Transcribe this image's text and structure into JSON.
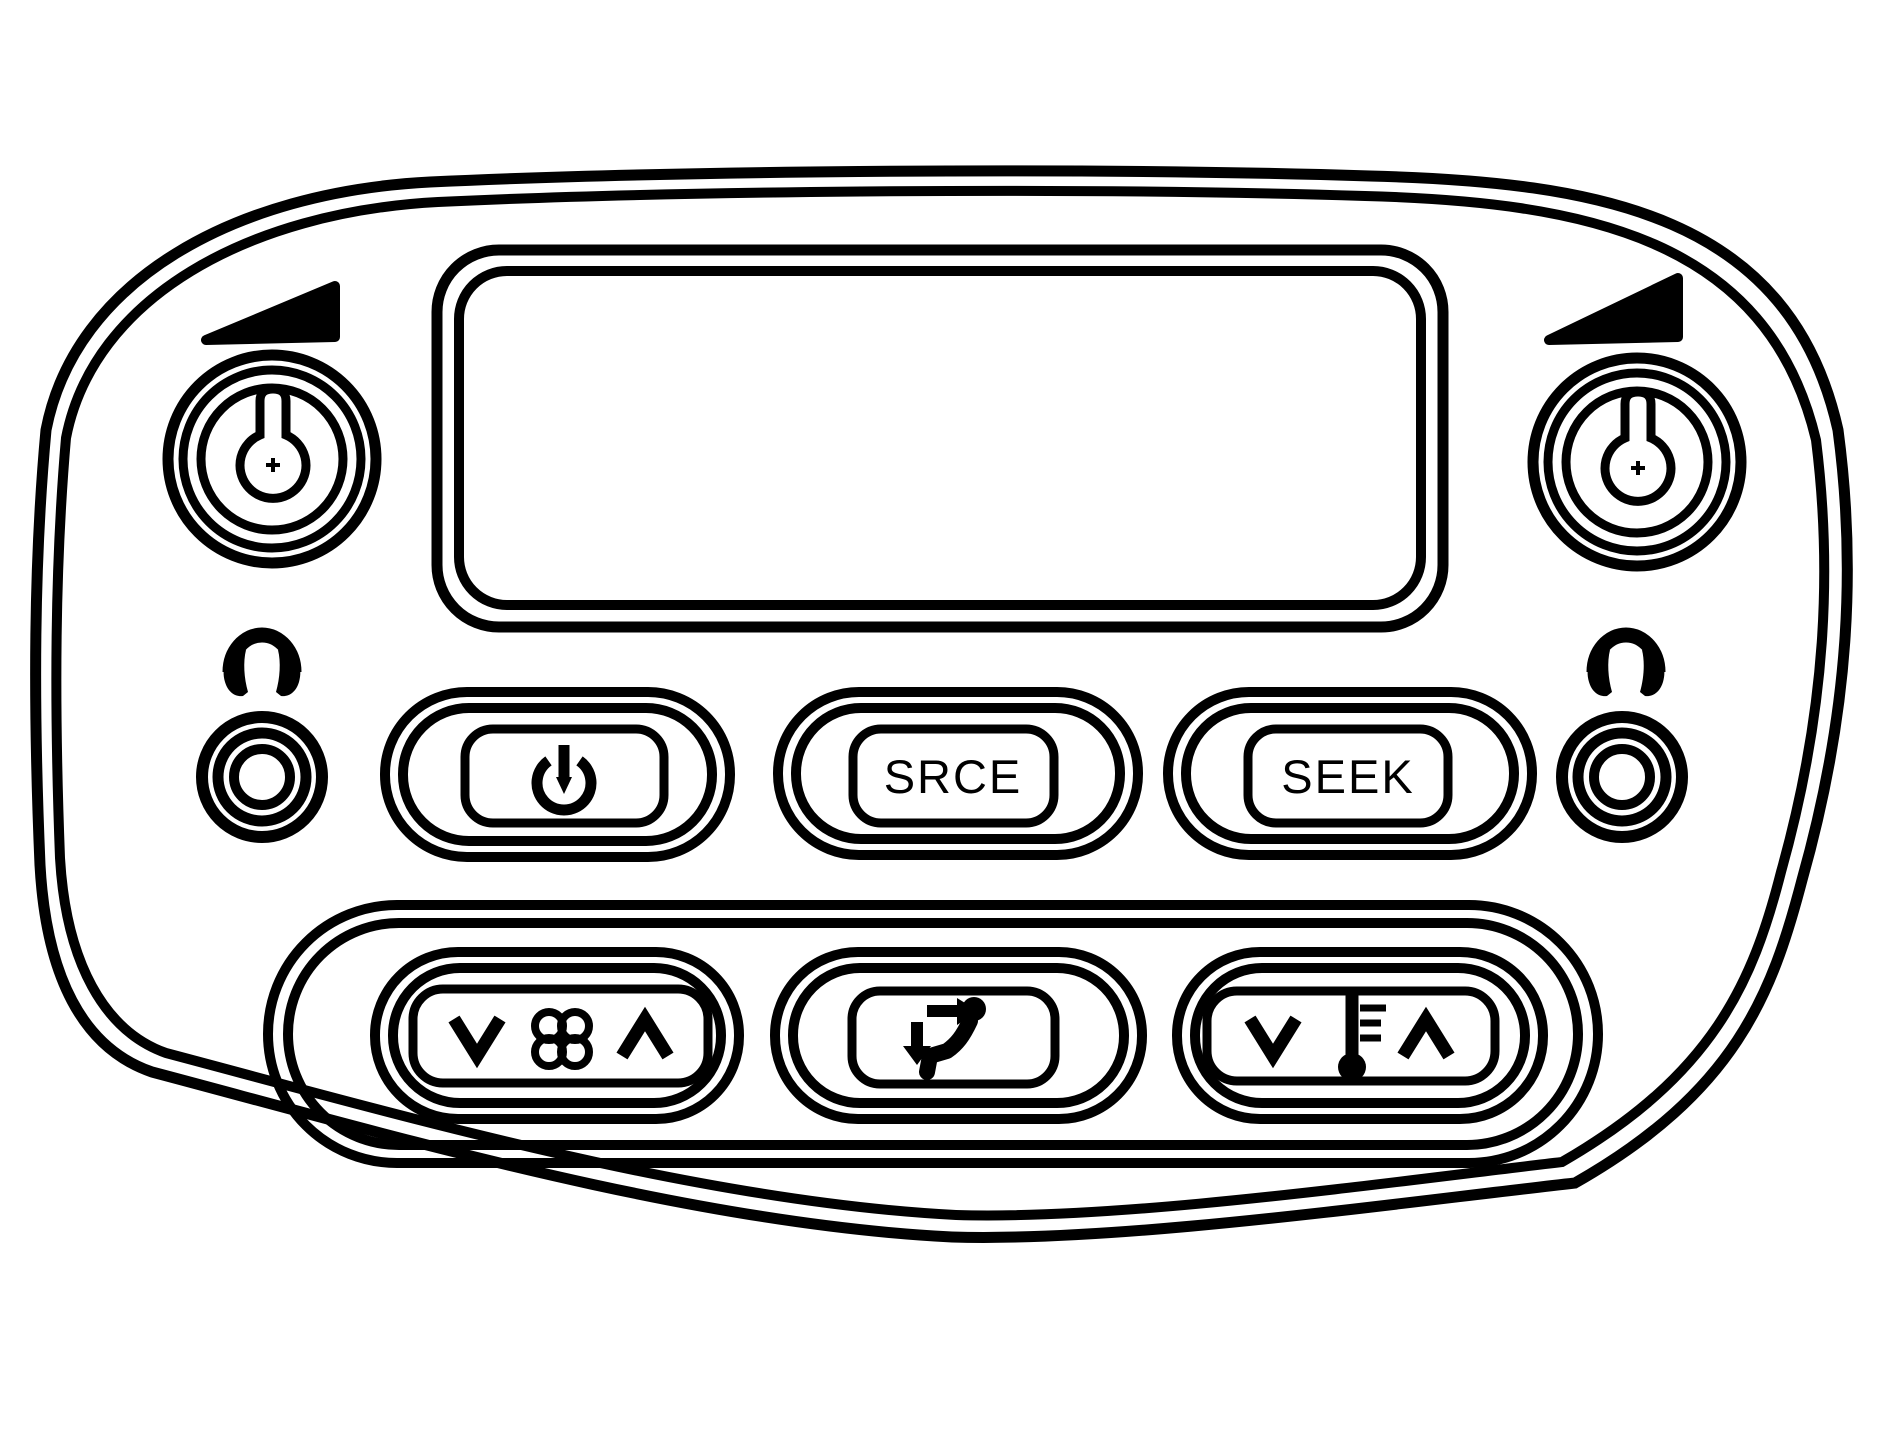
{
  "colors": {
    "line": "#000000",
    "background": "#ffffff"
  },
  "display": {
    "content": ""
  },
  "labels": {
    "source": "SRCE",
    "seek": "SEEK"
  },
  "icons": {
    "volume_left": "volume-wedge-icon",
    "volume_right": "volume-wedge-icon",
    "headphones_left": "headphones-icon",
    "headphones_right": "headphones-icon",
    "jack_left": "headphone-jack",
    "jack_right": "headphone-jack",
    "power": "power-icon",
    "fan": [
      "chevron-down-icon",
      "fan-icon",
      "chevron-up-icon"
    ],
    "air_mode": "air-delivery-seat-icon",
    "temperature": [
      "chevron-down-icon",
      "thermometer-icon",
      "chevron-up-icon"
    ]
  }
}
